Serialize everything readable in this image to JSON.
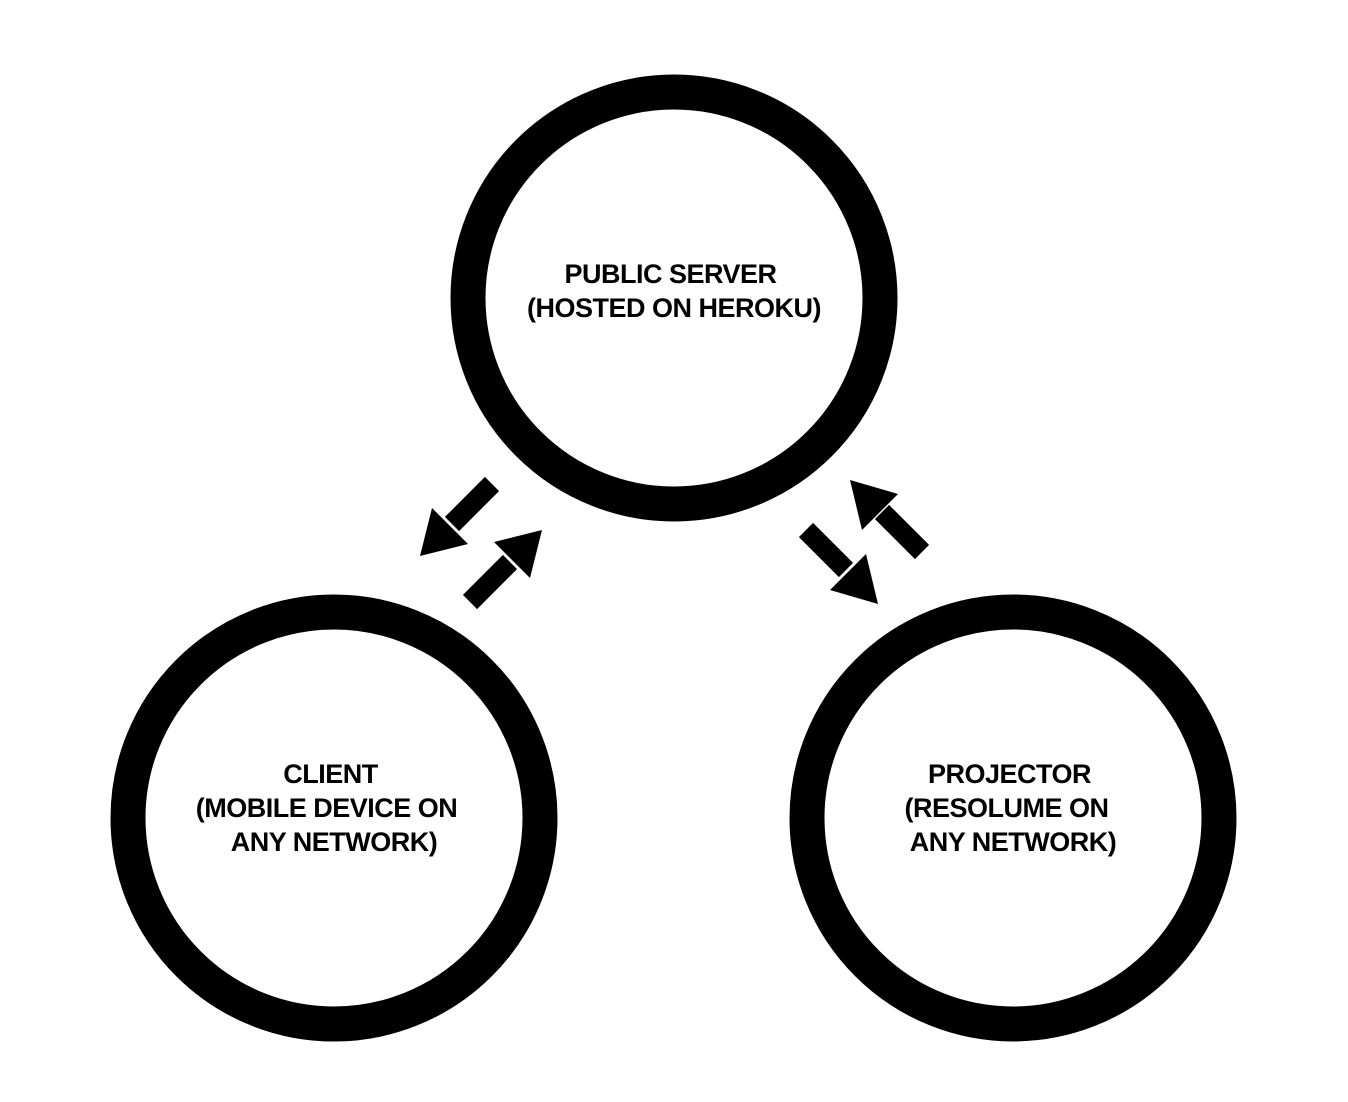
{
  "colors": {
    "stroke": "#000000",
    "background": "#ffffff"
  },
  "nodes": {
    "server": {
      "line1": "PUBLIC SERVER",
      "line2": "(HOSTED ON HEROKU)"
    },
    "client": {
      "line1": "CLIENT",
      "line2": "(MOBILE DEVICE ON",
      "line3": "ANY NETWORK)"
    },
    "projector": {
      "line1": "PROJECTOR",
      "line2": "(RESOLUME ON",
      "line3": "ANY NETWORK)"
    }
  },
  "connections": [
    {
      "from": "server",
      "to": "client"
    },
    {
      "from": "client",
      "to": "server"
    },
    {
      "from": "server",
      "to": "projector"
    },
    {
      "from": "projector",
      "to": "server"
    }
  ]
}
